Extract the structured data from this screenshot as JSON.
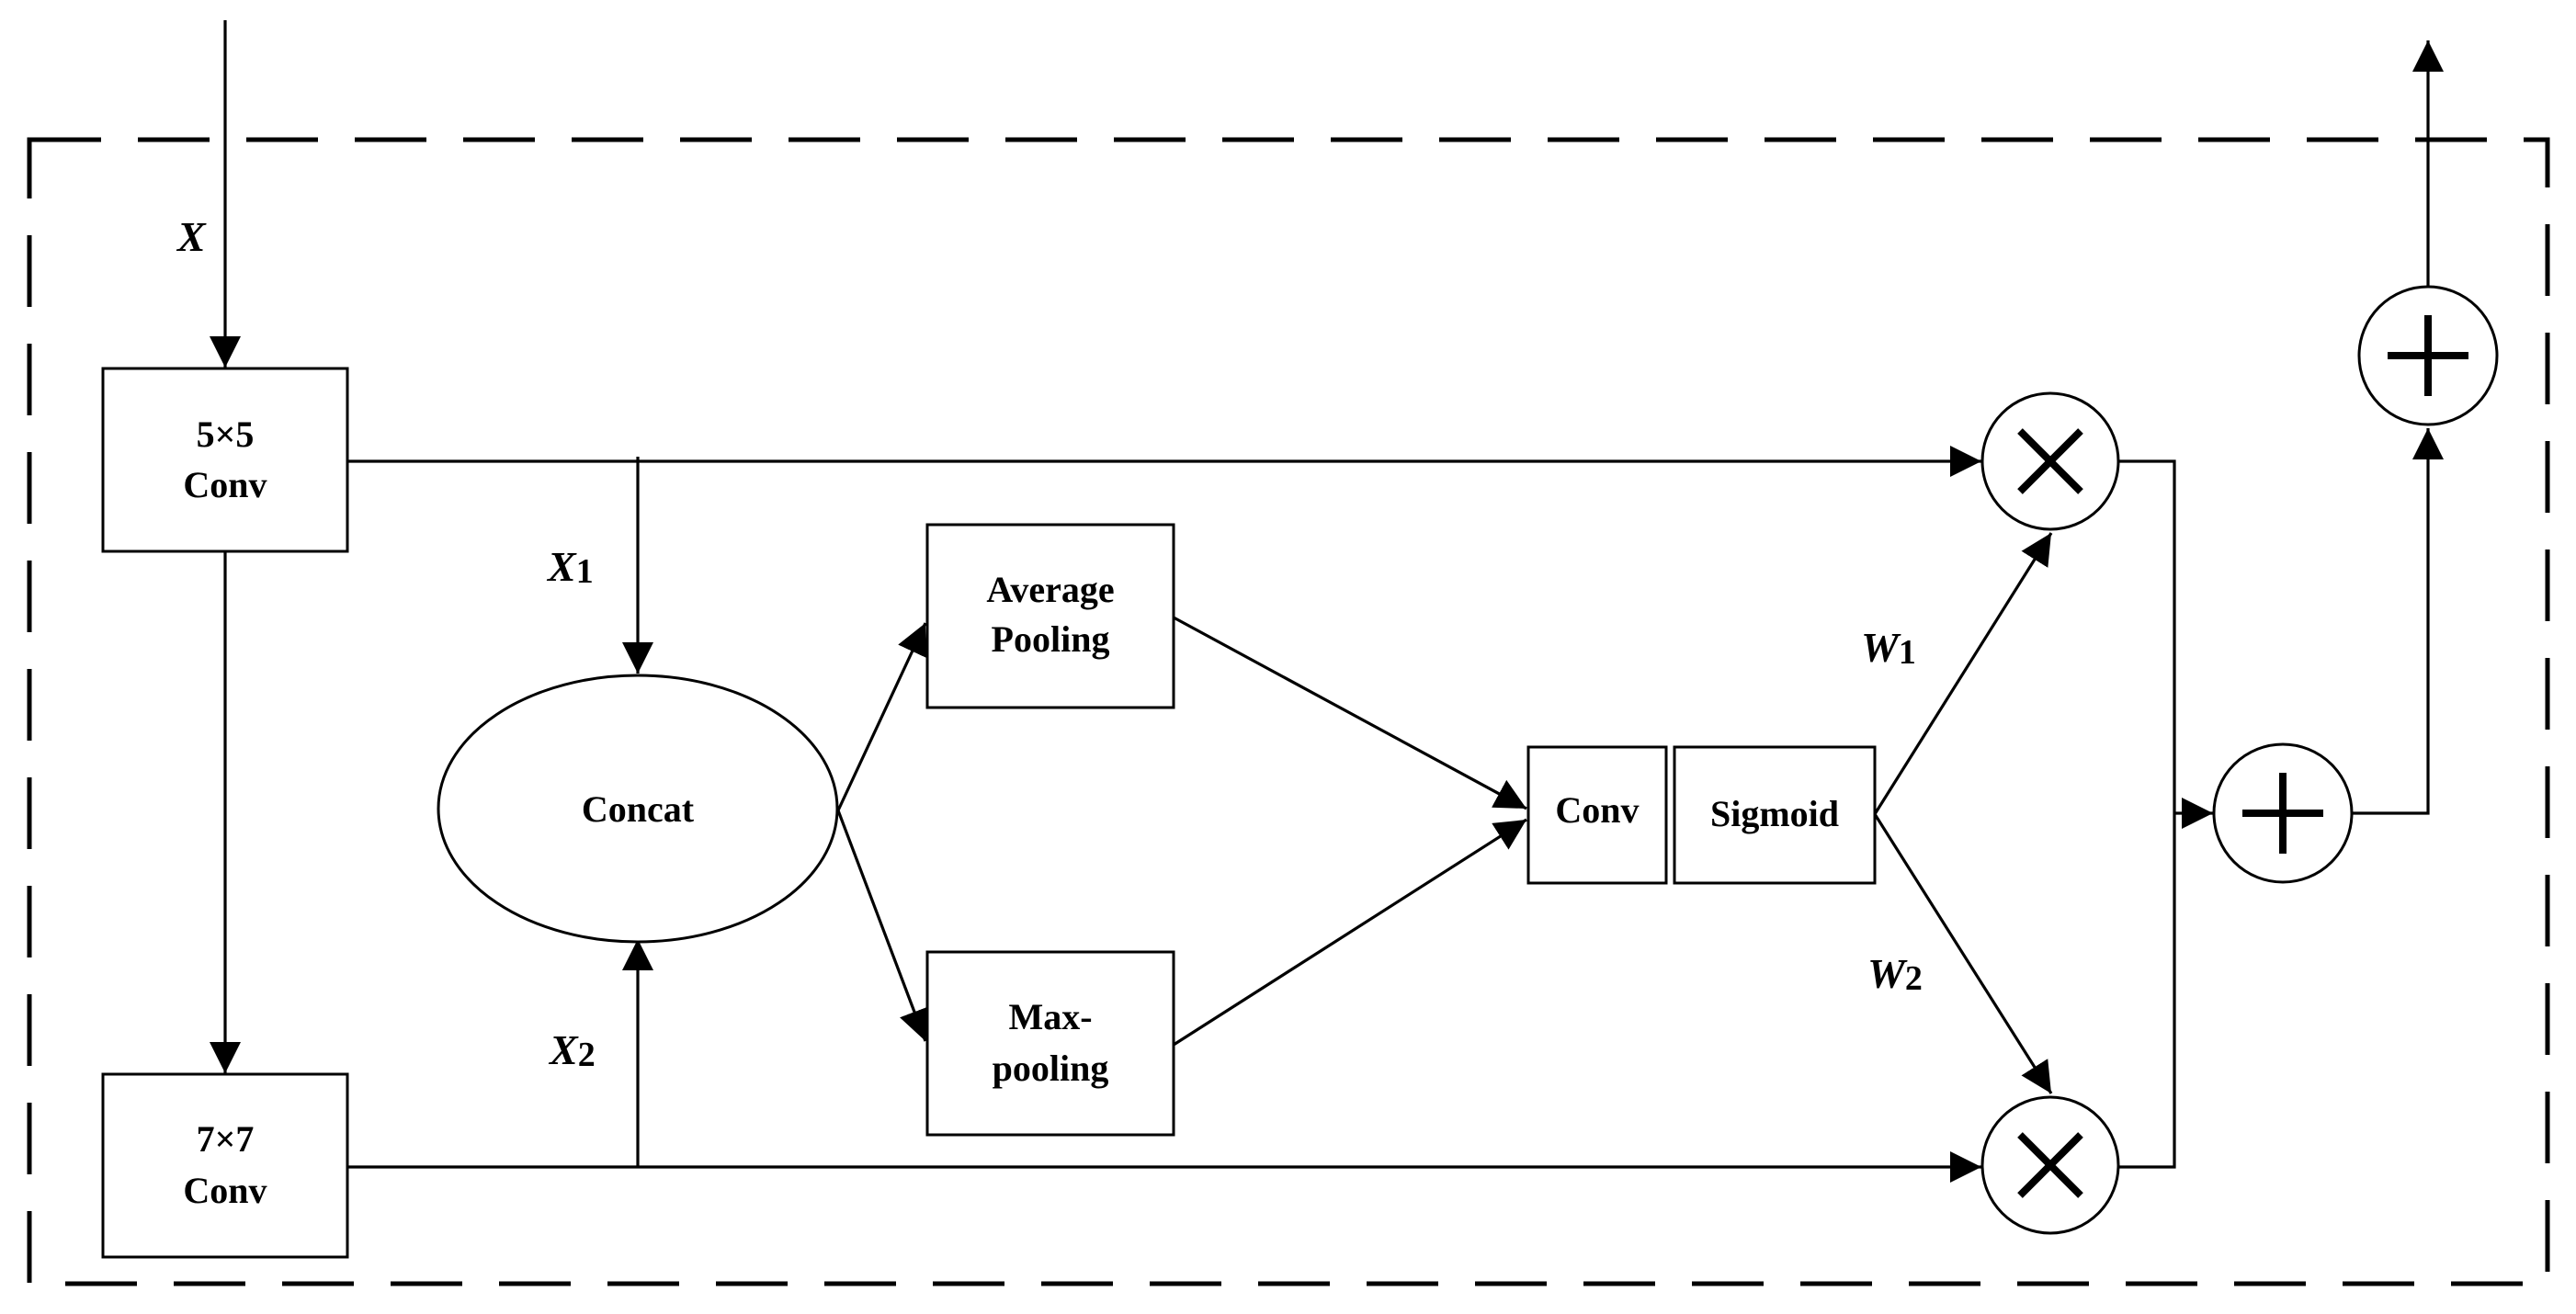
{
  "nodes": {
    "conv5": {
      "line1": "5×5",
      "line2": "Conv"
    },
    "conv7": {
      "line1": "7×7",
      "line2": "Conv"
    },
    "concat": {
      "label": "Concat"
    },
    "avgpool": {
      "line1": "Average",
      "line2": "Pooling"
    },
    "maxpool": {
      "line1": "Max-",
      "line2": "pooling"
    },
    "conv": {
      "label": "Conv"
    },
    "sigmoid": {
      "label": "Sigmoid"
    }
  },
  "variables": {
    "x": "X",
    "x1_base": "X",
    "x1_sub": "1",
    "x2_base": "X",
    "x2_sub": "2",
    "w1_base": "W",
    "w1_sub": "1",
    "w2_base": "W",
    "w2_sub": "2"
  },
  "operators": {
    "multiply": "multiply-operator",
    "add": "add-operator"
  }
}
